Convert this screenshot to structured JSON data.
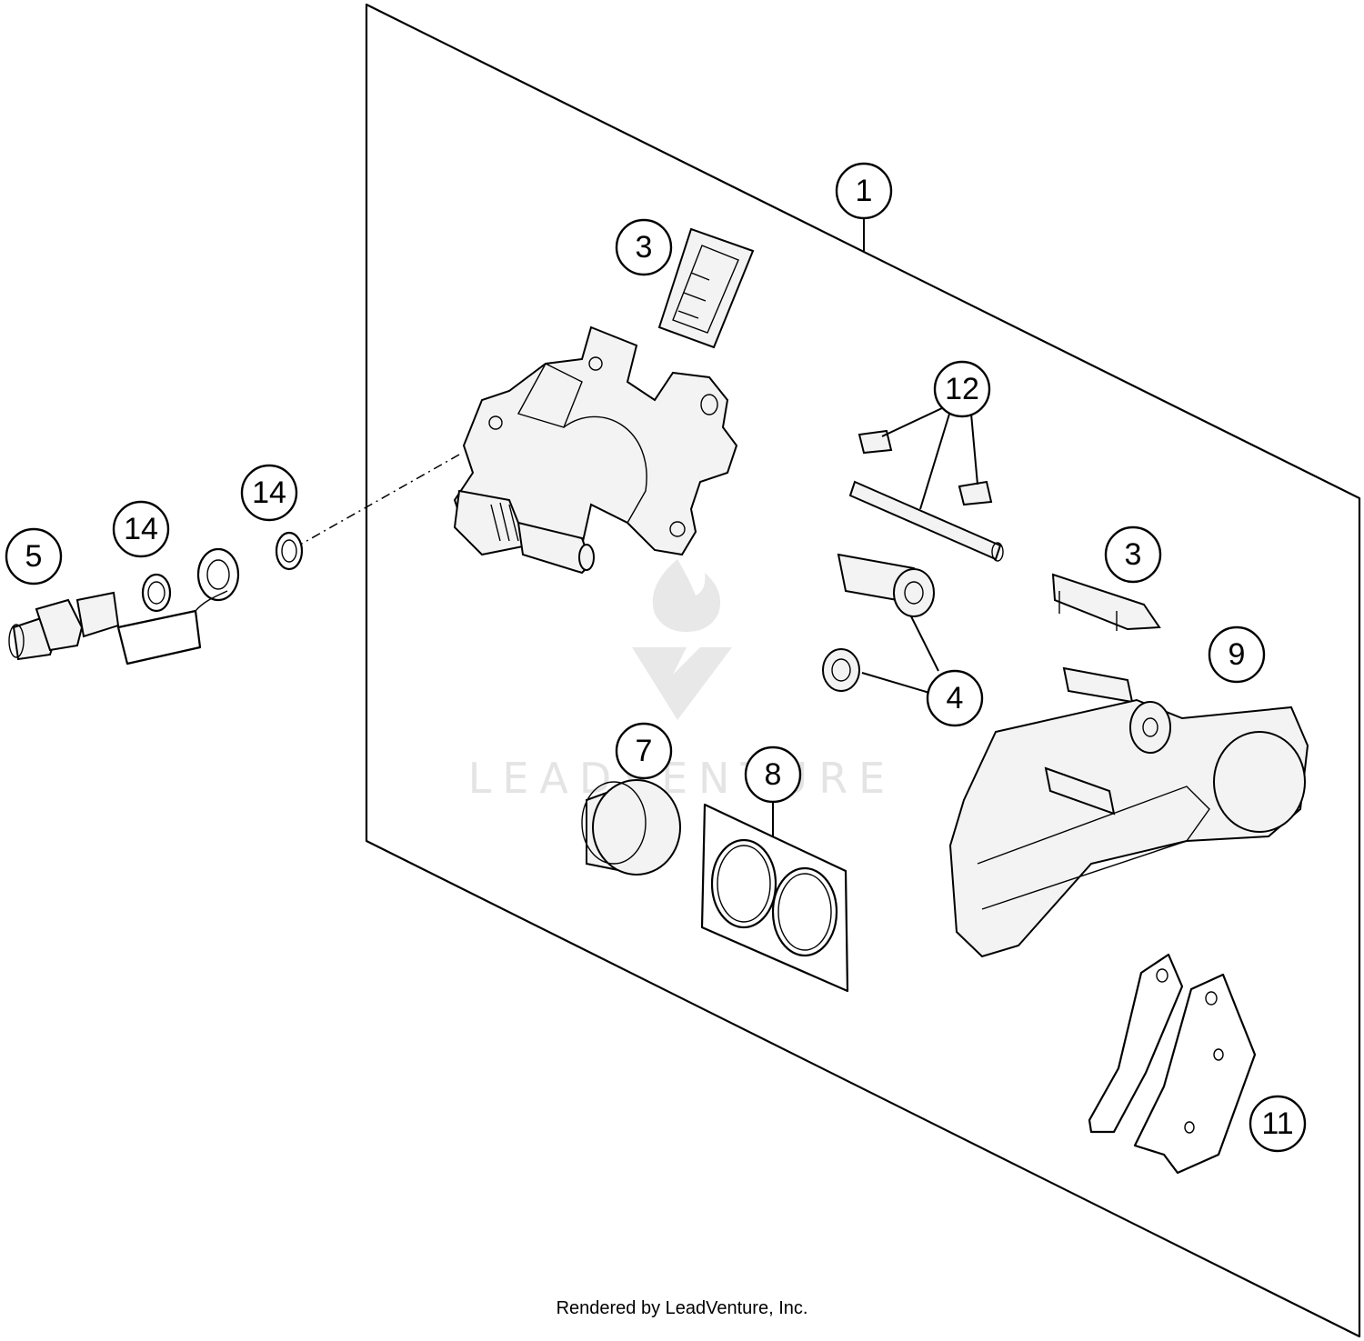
{
  "watermark": {
    "brand": "LEADVENTURE"
  },
  "footer": {
    "credit": "Rendered by LeadVenture, Inc."
  },
  "callouts": {
    "c1": "1",
    "c3a": "3",
    "c3b": "3",
    "c4": "4",
    "c5": "5",
    "c7": "7",
    "c8": "8",
    "c9": "9",
    "c11": "11",
    "c12": "12",
    "c14a": "14",
    "c14b": "14"
  }
}
